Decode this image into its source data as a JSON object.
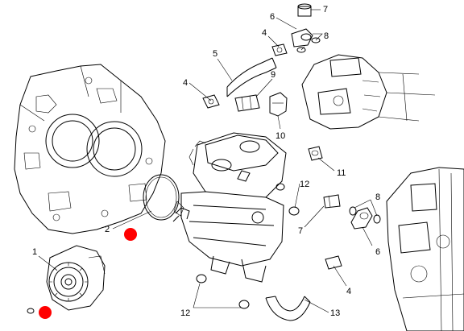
{
  "callouts": {
    "c1": "1",
    "c2": "2",
    "c4a": "4",
    "c4b": "4",
    "c4c": "4",
    "c5": "5",
    "c6a": "6",
    "c6b": "6",
    "c7a": "7",
    "c7b": "7",
    "c8a": "8",
    "c8b": "8",
    "c9": "9",
    "c10": "10",
    "c11": "11",
    "c12a": "12",
    "c12b": "12",
    "c13": "13"
  },
  "colors": {
    "highlight": "#ff0000",
    "line": "#000000"
  }
}
